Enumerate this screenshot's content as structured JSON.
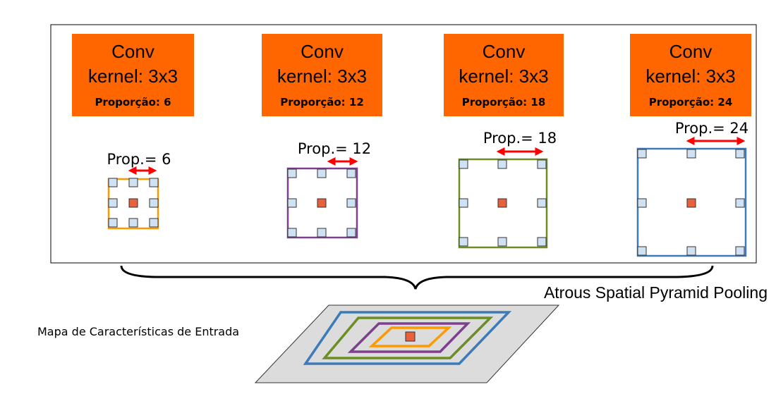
{
  "colors": {
    "conv_box": "#ff6600",
    "kernel_cell": "#cfe2f3",
    "center_cell": "#e8603c",
    "arrow": "#ff0000",
    "frame_border": "#000000",
    "input_plane": "#dcdcdc",
    "rate_6": "#ff9900",
    "rate_12": "#7e3f8f",
    "rate_18": "#6b8e23",
    "rate_24": "#3d7ab8"
  },
  "conv_blocks": [
    {
      "line1": "Conv",
      "line2": "kernel: 3x3",
      "line3": "Proporção: 6"
    },
    {
      "line1": "Conv",
      "line2": "kernel: 3x3",
      "line3": "Proporção: 12"
    },
    {
      "line1": "Conv",
      "line2": "kernel: 3x3",
      "line3": "Proporção: 18"
    },
    {
      "line1": "Conv",
      "line2": "kernel: 3x3",
      "line3": "Proporção: 24"
    }
  ],
  "kernels": [
    {
      "label": "Prop.= 6",
      "color_key": "rate_6"
    },
    {
      "label": "Prop.= 12",
      "color_key": "rate_12"
    },
    {
      "label": "Prop.= 18",
      "color_key": "rate_18"
    },
    {
      "label": "Prop.= 24",
      "color_key": "rate_24"
    }
  ],
  "aspp_label": "Atrous Spatial Pyramid Pooling",
  "input_label": "Mapa de Características de Entrada"
}
